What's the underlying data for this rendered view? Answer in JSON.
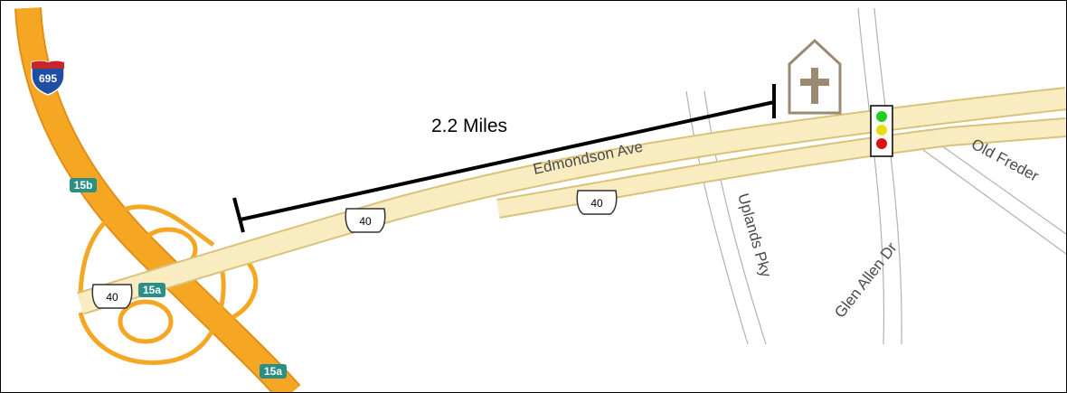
{
  "map": {
    "colors": {
      "background": "#ffffff",
      "interstate": "#f5a623",
      "interstate_edge": "#e0901a",
      "highway_fill": "#f8ecc0",
      "highway_edge": "#d9c27a",
      "minor_road": "#b8b0a8",
      "church": "#9a8a72",
      "scale_bar": "#000000",
      "exit_badge": "#2c8f86",
      "light_green": "#22cc22",
      "light_yellow": "#e8dc10",
      "light_red": "#dd1111"
    },
    "scale": {
      "label": "2.2 Miles"
    },
    "roads": {
      "edmondson": "Edmondson Ave",
      "uplands": "Uplands Pky",
      "glen_allen": "Glen Allen Dr",
      "old_frederick": "Old Freder"
    },
    "interstate_shield": {
      "number": "695"
    },
    "route_shields": [
      "40",
      "40",
      "40"
    ],
    "exits": [
      "15b",
      "15a",
      "15a"
    ],
    "landmarks": {
      "church": "church-icon",
      "traffic_light": "traffic-light-icon"
    }
  }
}
